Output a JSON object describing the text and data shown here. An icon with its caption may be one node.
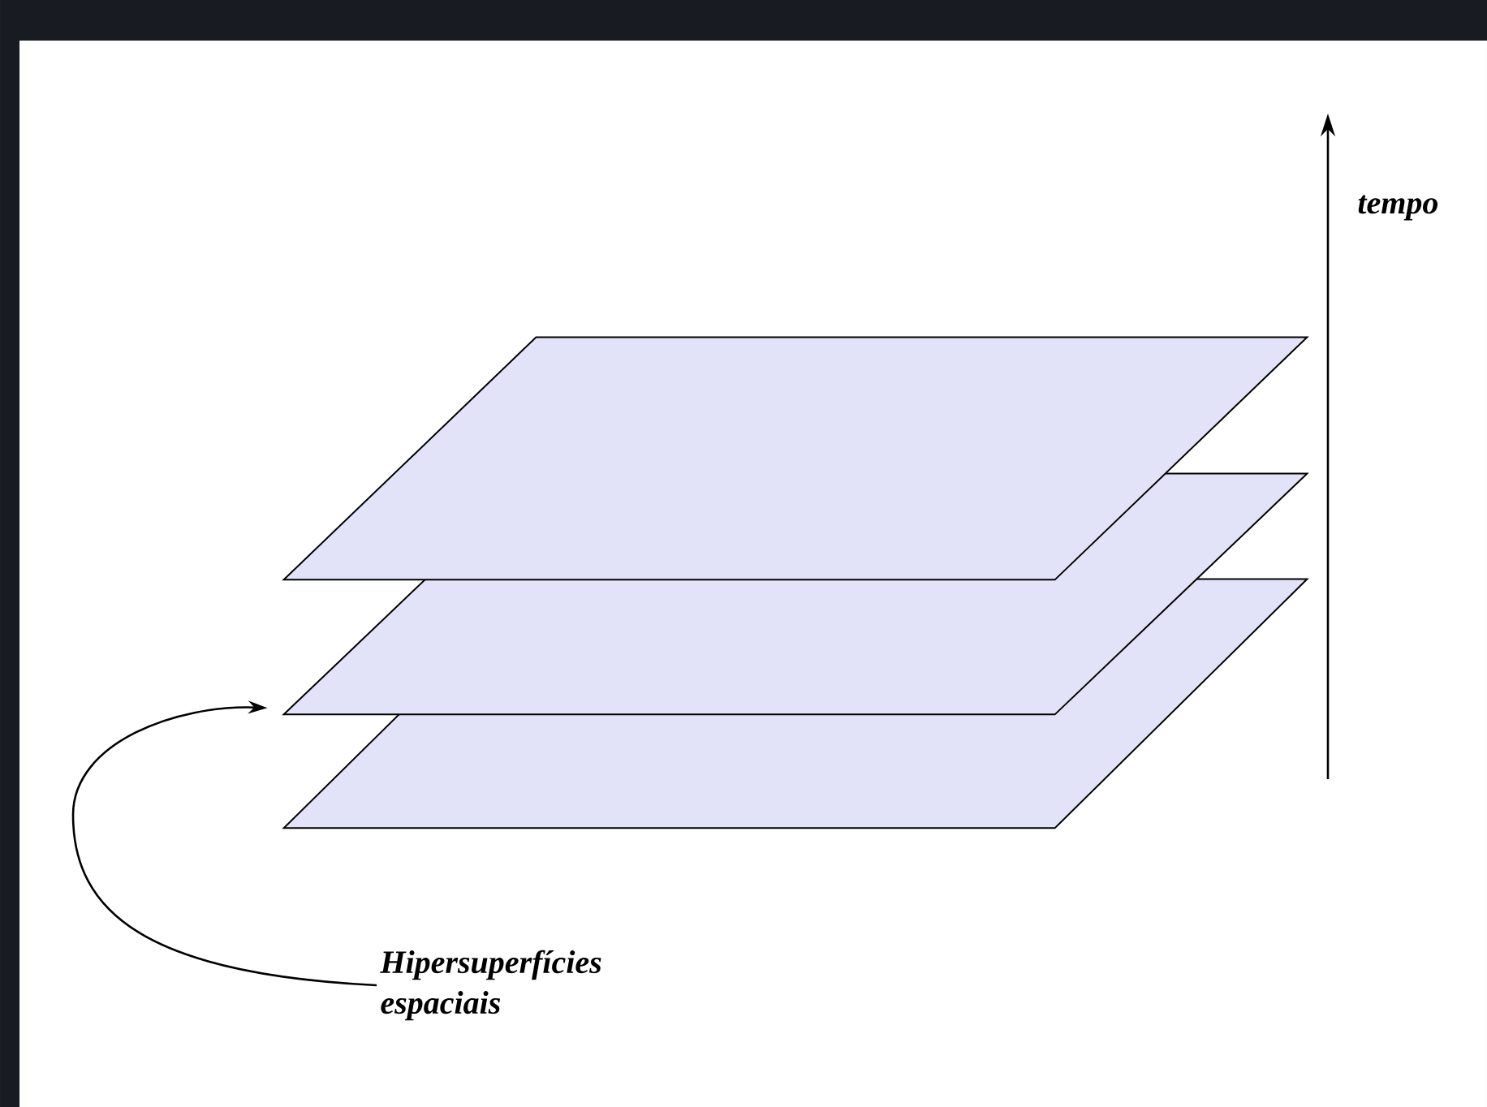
{
  "diagram": {
    "nodes": [
      {
        "text": [],
        "shape": "parallelogram"
      },
      {
        "text": [],
        "shape": "parallelogram"
      },
      {
        "text": [],
        "shape": "parallelogram"
      },
      {
        "text": [
          "Hipersuperfícies espaciais"
        ]
      }
    ],
    "edges": [
      {
        "from": 3,
        "to": 1,
        "arrow": "to"
      }
    ],
    "labels": [
      "tempo"
    ]
  }
}
